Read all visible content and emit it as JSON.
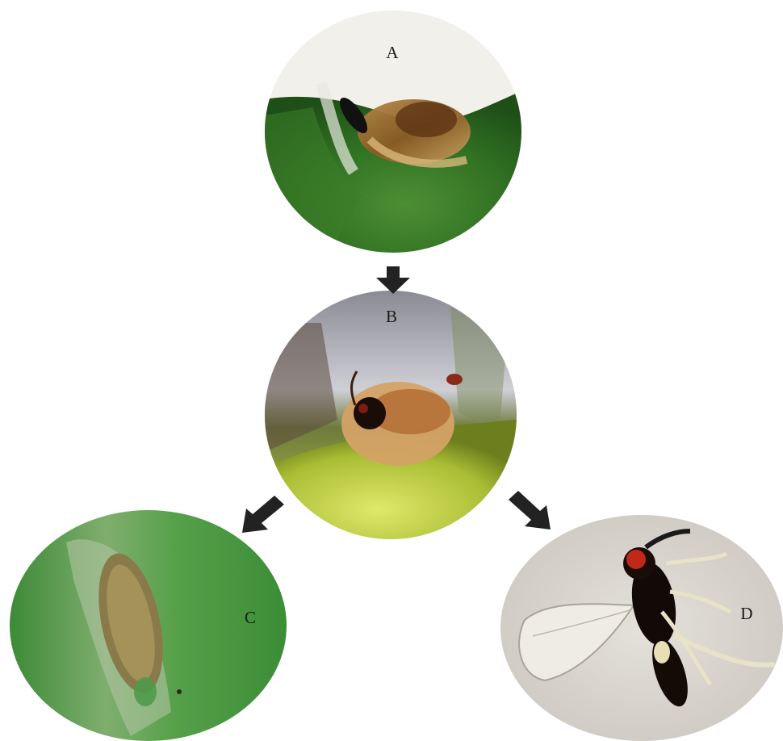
{
  "labels": {
    "a": "A",
    "b": "B",
    "c": "C",
    "d": "D"
  },
  "colors": {
    "leaf_green": "#3f8a2f",
    "pale_green": "#c8d860",
    "insect_brown": "#9c6b2e",
    "background_grey": "#d9d6d0",
    "arrow": "#222222"
  }
}
